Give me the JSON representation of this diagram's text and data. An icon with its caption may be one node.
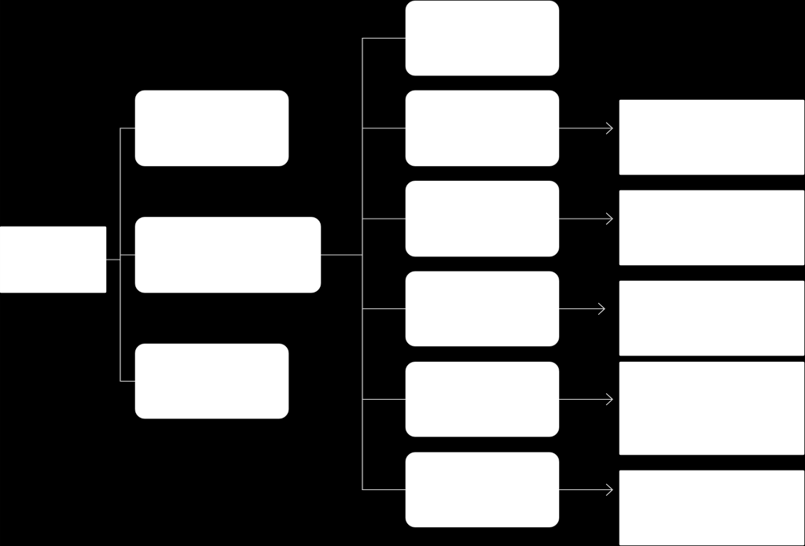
{
  "diagram": {
    "nodes": [
      {
        "text": [],
        "shape": "box"
      },
      {
        "text": [],
        "shape": "box"
      },
      {
        "text": [],
        "shape": "box"
      },
      {
        "text": [],
        "shape": "box"
      },
      {
        "text": [],
        "shape": "box"
      },
      {
        "text": [],
        "shape": "box"
      },
      {
        "text": [],
        "shape": "box"
      },
      {
        "text": [],
        "shape": "box"
      },
      {
        "text": [],
        "shape": "box"
      },
      {
        "text": [],
        "shape": "box"
      },
      {
        "text": [],
        "shape": "box"
      },
      {
        "text": [],
        "shape": "box"
      },
      {
        "text": [],
        "shape": "box"
      },
      {
        "text": [],
        "shape": "box"
      },
      {
        "text": [],
        "shape": "box"
      }
    ],
    "edges": [
      {
        "from": 0,
        "to": 1,
        "arrow": "none"
      },
      {
        "from": 0,
        "to": 2,
        "arrow": "none"
      },
      {
        "from": 0,
        "to": 3,
        "arrow": "none"
      },
      {
        "from": 2,
        "to": 4,
        "arrow": "none"
      },
      {
        "from": 2,
        "to": 5,
        "arrow": "none"
      },
      {
        "from": 2,
        "to": 6,
        "arrow": "none"
      },
      {
        "from": 2,
        "to": 7,
        "arrow": "none"
      },
      {
        "from": 2,
        "to": 8,
        "arrow": "none"
      },
      {
        "from": 2,
        "to": 9,
        "arrow": "none"
      },
      {
        "from": 5,
        "to": 10,
        "arrow": "to"
      },
      {
        "from": 6,
        "to": 11,
        "arrow": "to"
      },
      {
        "from": 7,
        "to": 12,
        "arrow": "to"
      },
      {
        "from": 8,
        "to": 13,
        "arrow": "to"
      },
      {
        "from": 9,
        "to": 14,
        "arrow": "to"
      }
    ]
  }
}
